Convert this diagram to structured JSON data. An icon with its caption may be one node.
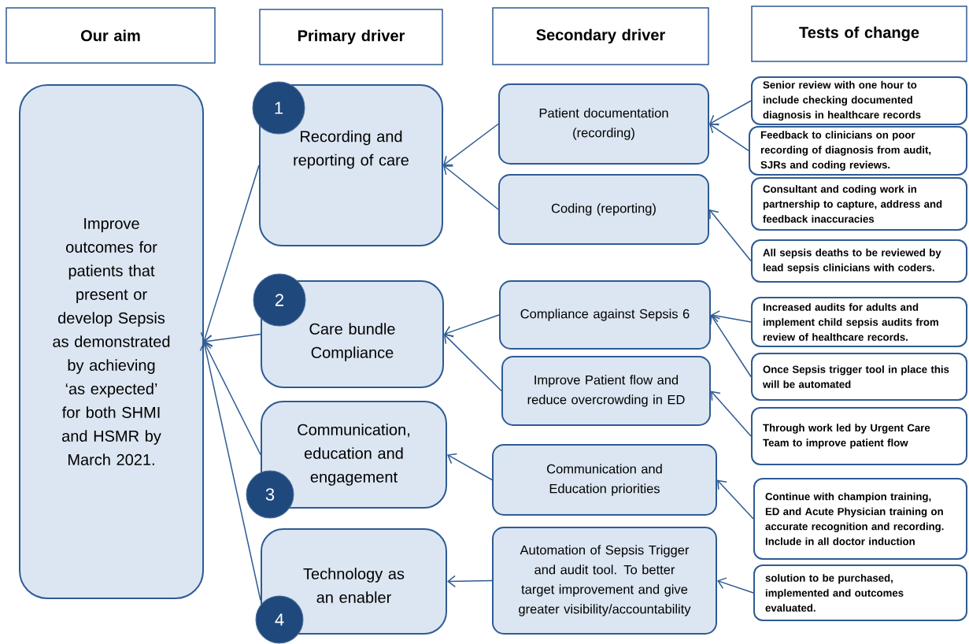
{
  "diagram": {
    "nodes": [
      {
        "text": [
          "Our aim"
        ]
      },
      {
        "text": [
          "Primary driver"
        ]
      },
      {
        "text": [
          "Secondary driver"
        ]
      },
      {
        "text": [
          "Tests of change"
        ]
      },
      {
        "text": [
          "Improve outcomes for patients that present or develop Sepsis as demonstrated by achieving ‘as expected’ for both SHMI and HSMR by March 2021."
        ]
      },
      {
        "text": [
          "1"
        ]
      },
      {
        "text": [
          "Recording and reporting of care"
        ]
      },
      {
        "text": [
          "2"
        ]
      },
      {
        "text": [
          "Care bundle Compliance"
        ]
      },
      {
        "text": [
          "Communication, education and engagement"
        ]
      },
      {
        "text": [
          "3"
        ]
      },
      {
        "text": [
          "Technology as an enabler"
        ]
      },
      {
        "text": [
          "4"
        ]
      },
      {
        "text": [
          "Patient documentation (recording)"
        ]
      },
      {
        "text": [
          "Coding (reporting)"
        ]
      },
      {
        "text": [
          "Compliance against Sepsis 6"
        ]
      },
      {
        "text": [
          "Improve Patient flow and reduce overcrowding in ED"
        ]
      },
      {
        "text": [
          "Communication and Education priorities"
        ]
      },
      {
        "text": [
          "Automation of Sepsis Trigger and audit tool. To better target improvement and give greater visibility/accountability"
        ]
      },
      {
        "text": [
          "Senior review with one hour to include checking documented diagnosis in healthcare records"
        ]
      },
      {
        "text": [
          "Feedback to clinicians on poor recording of diagnosis from audit, SJRs and coding reviews."
        ]
      },
      {
        "text": [
          "Consultant and coding work in partnership to capture, address and feedback inaccuracies"
        ]
      },
      {
        "text": [
          "All sepsis deaths to be reviewed by lead sepsis clinicians with coders."
        ]
      },
      {
        "text": [
          "Increased audits for adults and implement child sepsis audits from review of healthcare records."
        ]
      },
      {
        "text": [
          "Once Sepsis trigger tool in place this will be automated"
        ]
      },
      {
        "text": [
          "Through work led by Urgent Care Team to improve patient flow"
        ]
      },
      {
        "text": [
          "Continue with champion training, ED and Acute Physician training on accurate recognition and recording. Include in all doctor induction"
        ]
      },
      {
        "text": [
          "solution to be purchased, implemented and outcomes evaluated."
        ]
      }
    ],
    "edges": [
      {
        "from": 6,
        "to": 4,
        "arrow": "to"
      },
      {
        "from": 8,
        "to": 4,
        "arrow": "to"
      },
      {
        "from": 9,
        "to": 4,
        "arrow": "to"
      },
      {
        "from": 11,
        "to": 4,
        "arrow": "to"
      },
      {
        "from": 13,
        "to": 6,
        "arrow": "to"
      },
      {
        "from": 14,
        "to": 6,
        "arrow": "to"
      },
      {
        "from": 15,
        "to": 8,
        "arrow": "to"
      },
      {
        "from": 16,
        "to": 8,
        "arrow": "to"
      },
      {
        "from": 17,
        "to": 9,
        "arrow": "to"
      },
      {
        "from": 18,
        "to": 11,
        "arrow": "to"
      },
      {
        "from": 19,
        "to": 13,
        "arrow": "to"
      },
      {
        "from": 20,
        "to": 13,
        "arrow": "to"
      },
      {
        "from": 22,
        "to": 14,
        "arrow": "to"
      },
      {
        "from": 23,
        "to": 15,
        "arrow": "to"
      },
      {
        "from": 24,
        "to": 15,
        "arrow": "to"
      },
      {
        "from": 25,
        "to": 16,
        "arrow": "to"
      },
      {
        "from": 26,
        "to": 17,
        "arrow": "to"
      },
      {
        "from": 27,
        "to": 18,
        "arrow": "to"
      }
    ]
  }
}
